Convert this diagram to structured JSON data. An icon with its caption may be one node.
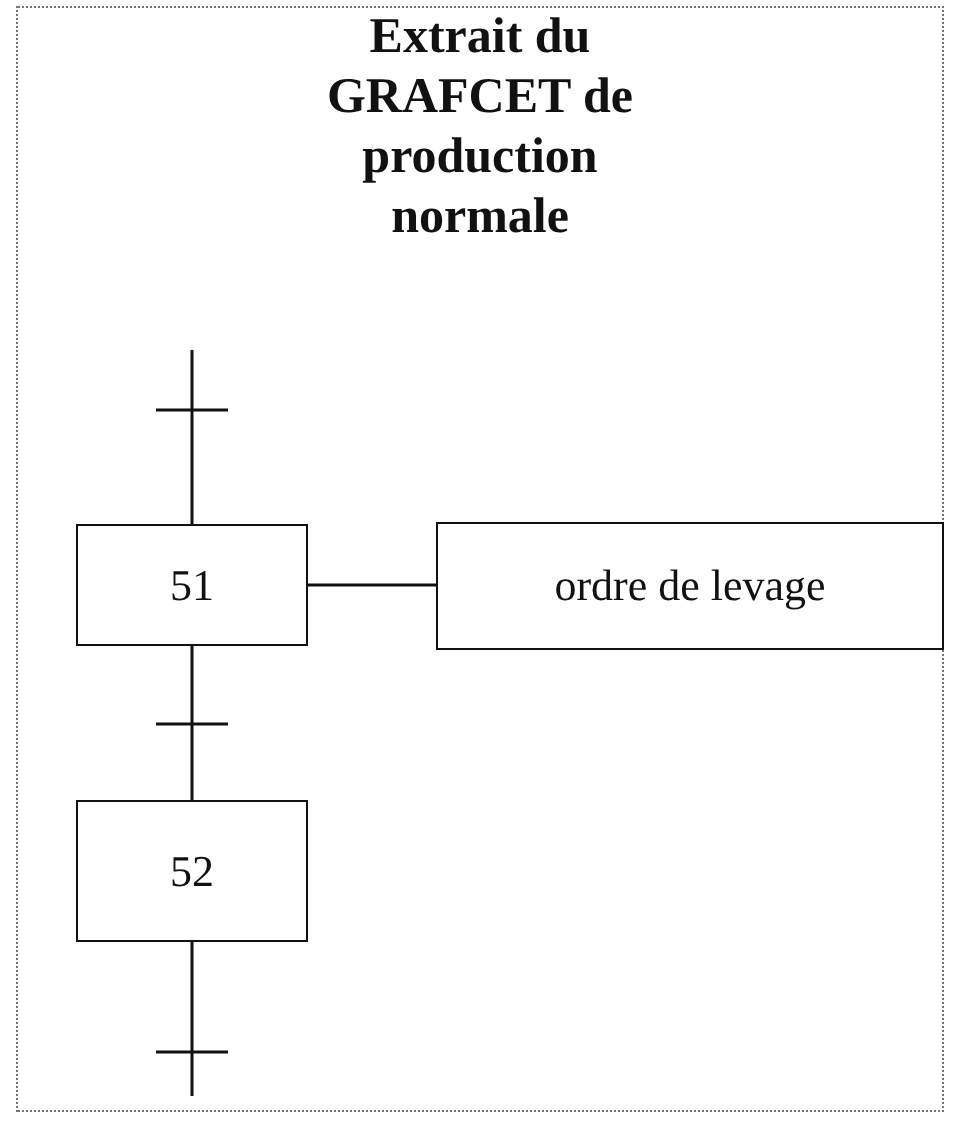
{
  "diagram": {
    "title": "Extrait du GRAFCET de production normale",
    "nodes": [
      {
        "text": [
          "51"
        ]
      },
      {
        "text": [
          "ordre de levage"
        ]
      },
      {
        "text": [
          "52"
        ]
      }
    ],
    "edges": [
      {
        "from": null,
        "to": 0,
        "arrow": "none"
      },
      {
        "from": 0,
        "to": 1,
        "arrow": "none"
      },
      {
        "from": 0,
        "to": 2,
        "arrow": "none"
      },
      {
        "from": 2,
        "to": null,
        "arrow": "none"
      }
    ]
  }
}
